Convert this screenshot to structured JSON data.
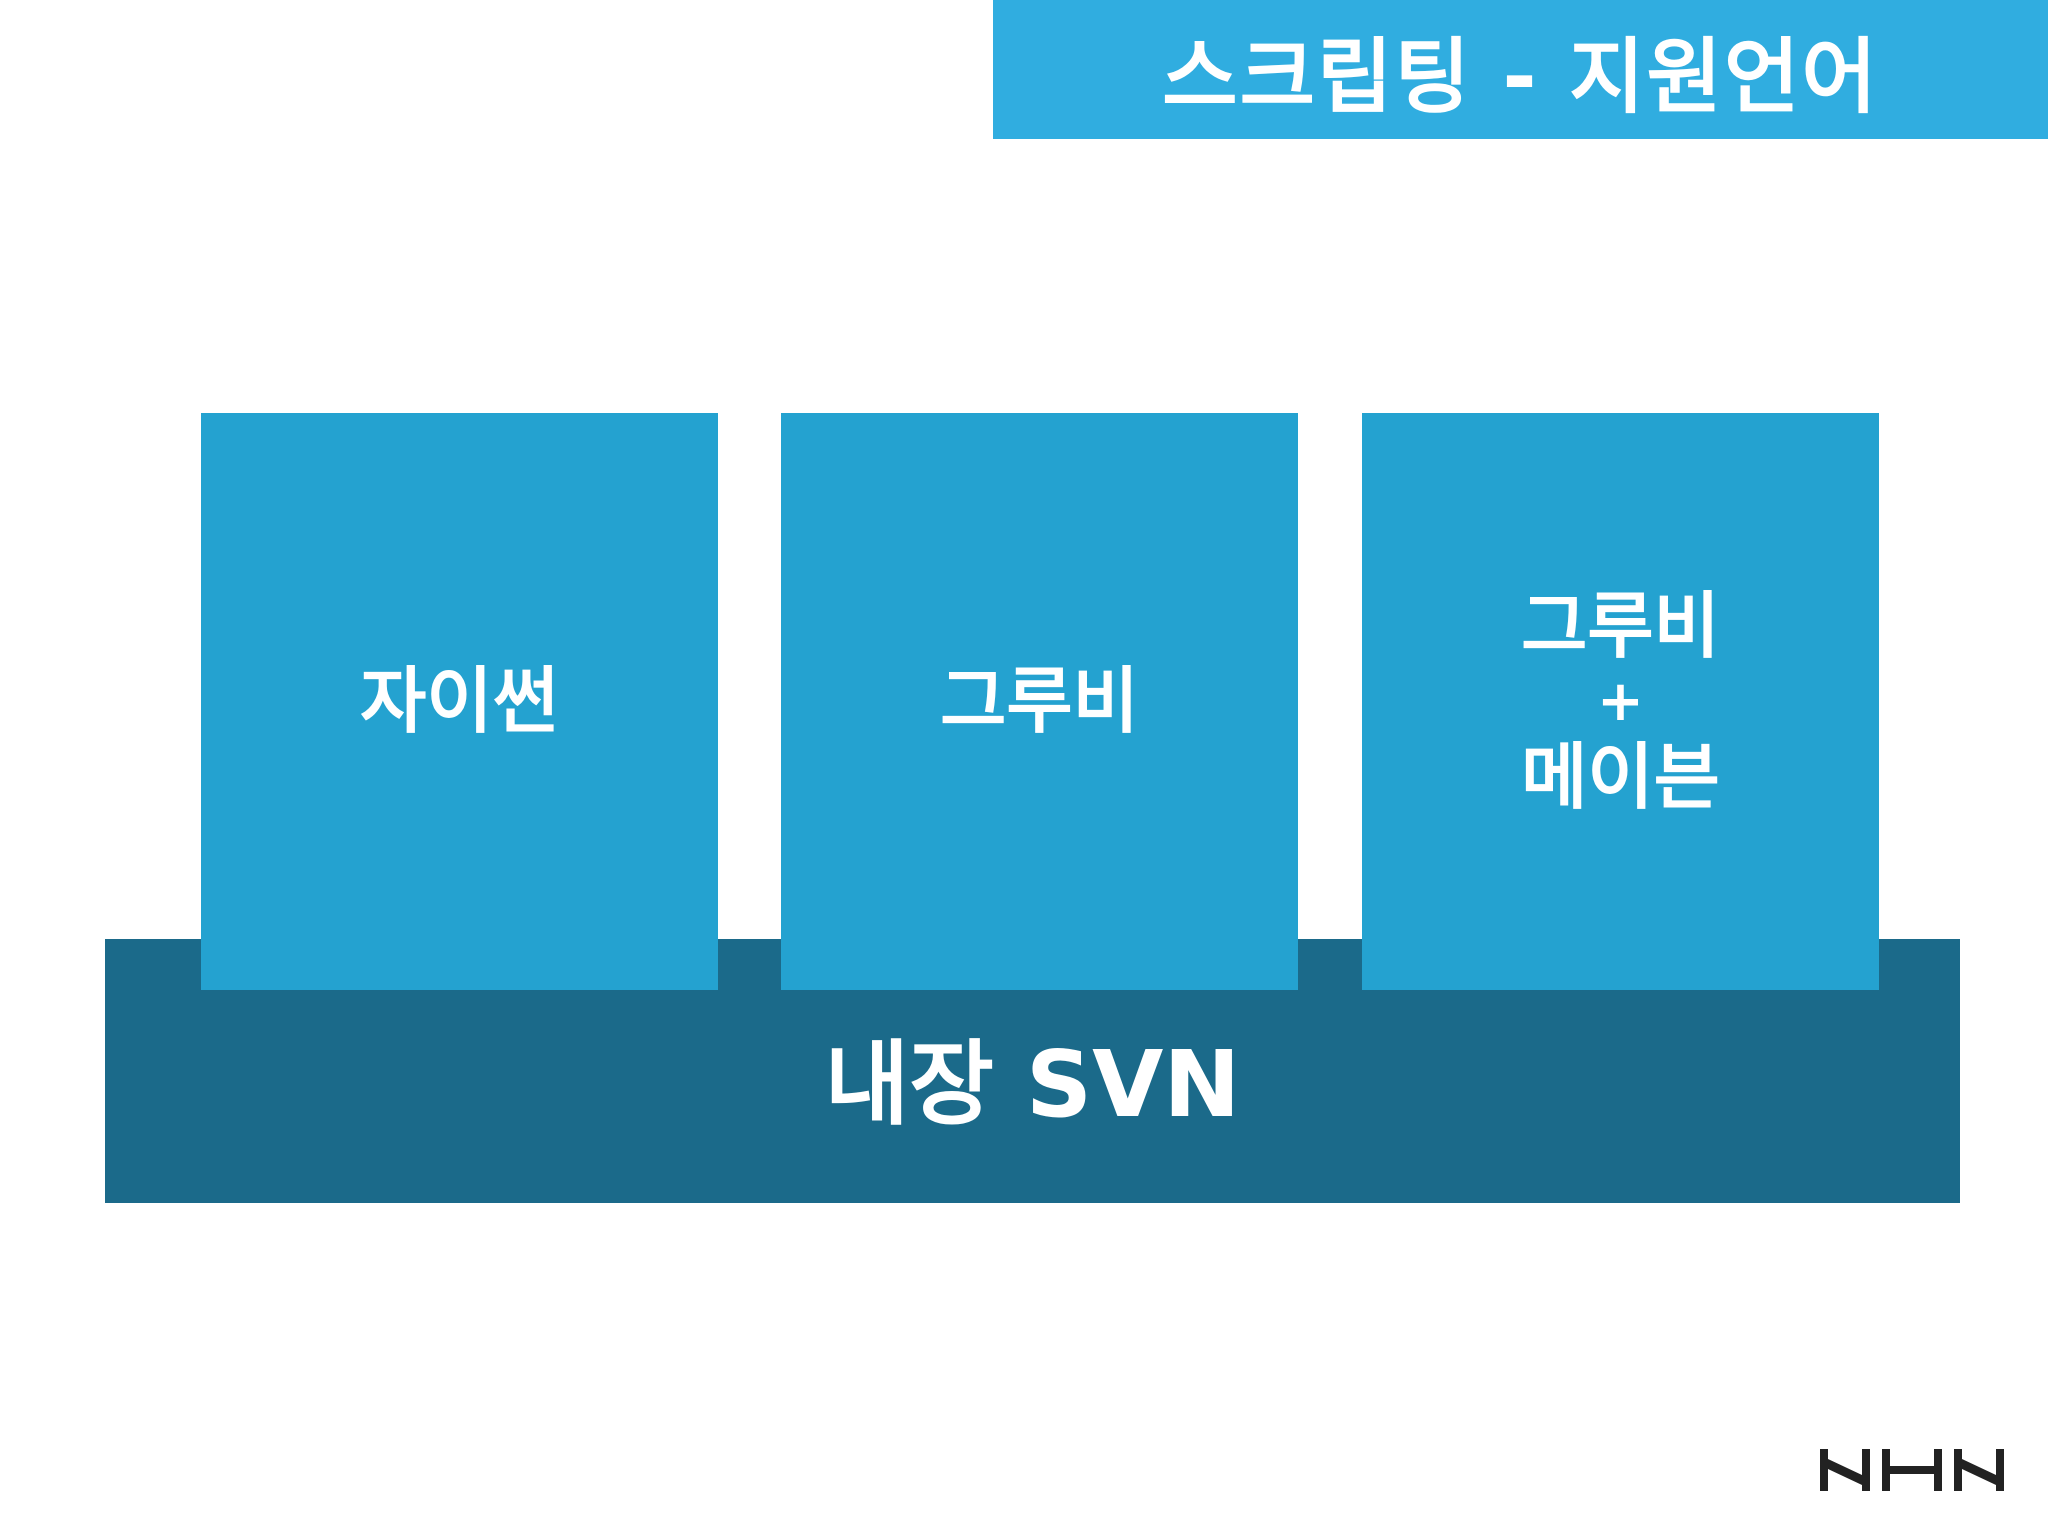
{
  "header": {
    "title": "스크립팅 - 지원언어"
  },
  "diagram": {
    "base": {
      "label": "내장 SVN"
    },
    "blocks": [
      {
        "label": "자이썬"
      },
      {
        "label": "그루비"
      },
      {
        "label_top": "그루비",
        "plus": "+",
        "label_bottom": "메이븐"
      }
    ]
  },
  "logo": {
    "text": "NHN",
    "icon": "nhn-logo"
  },
  "colors": {
    "title_bar": "#30ade0",
    "block": "#24a2d0",
    "base": "#1b6a8a",
    "text": "#ffffff",
    "logo": "#222222"
  }
}
